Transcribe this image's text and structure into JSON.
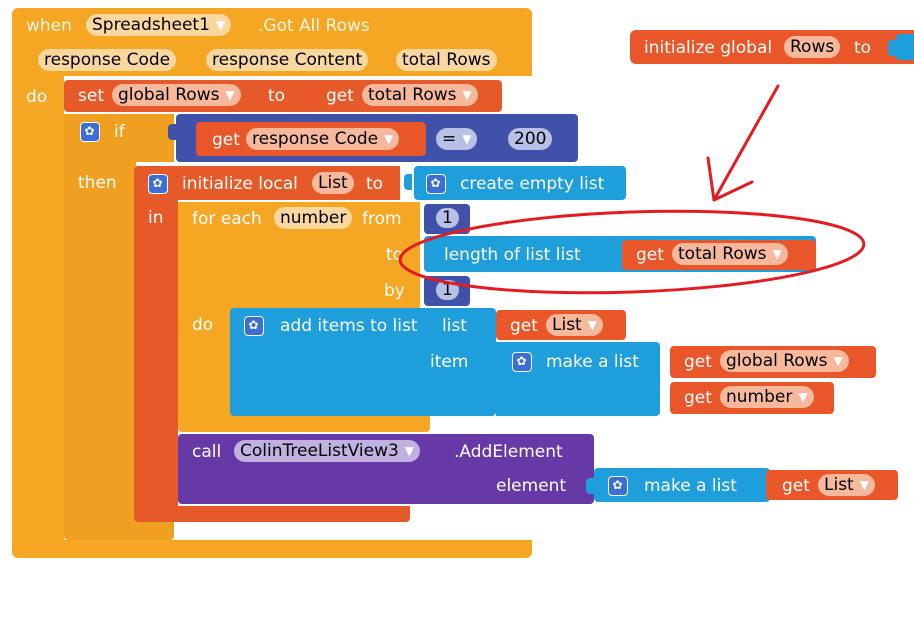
{
  "event_block": {
    "when": "when",
    "component": "Spreadsheet1",
    "event": ".Got All Rows",
    "params": [
      "response Code",
      "response Content",
      "total Rows"
    ],
    "do": "do"
  },
  "set_global": {
    "set": "set",
    "var": "global Rows",
    "to": "to",
    "get": "get",
    "value": "total Rows"
  },
  "if_block": {
    "if": "if",
    "then": "then",
    "get": "get",
    "var": "response Code",
    "op": "=",
    "number": "200"
  },
  "init_local": {
    "label": "initialize local",
    "var": "List",
    "to": "to",
    "in": "in",
    "create": "create empty list"
  },
  "for_each": {
    "label": "for each",
    "var": "number",
    "from": "from",
    "from_val": "1",
    "to": "to",
    "length_label": "length of list  list",
    "get": "get",
    "length_var": "total Rows",
    "by": "by",
    "by_val": "1",
    "do": "do"
  },
  "add_items": {
    "label": "add items to list",
    "list_label": "list",
    "get": "get",
    "list_var": "List",
    "item_label": "item",
    "make_list": "make a list",
    "get1": "get",
    "item1": "global Rows",
    "get2": "get",
    "item2": "number"
  },
  "call_block": {
    "call": "call",
    "component": "ColinTreeListView3",
    "method": ".AddElement",
    "element": "element",
    "make_list": "make a list",
    "get": "get",
    "var": "List"
  },
  "global_init": {
    "label": "initialize global",
    "var": "Rows",
    "to": "to"
  },
  "annotation": {
    "color": "#e31b23"
  }
}
